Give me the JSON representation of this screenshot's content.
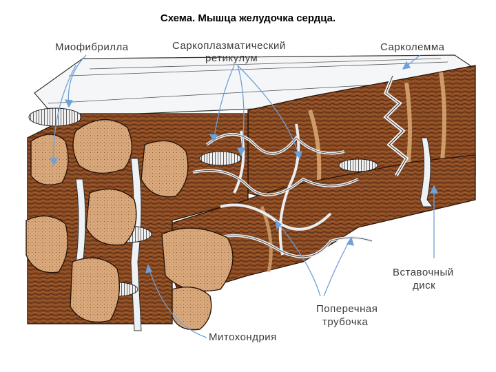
{
  "title": "Схема. Мышца желудочка сердца.",
  "labels": {
    "myofibril": "Миофибрилла",
    "sr_line1": "Саркоплазматический",
    "sr_line2": "ретикулум",
    "sarcolemma": "Сарколемма",
    "disc_line1": "Вставочный",
    "disc_line2": "диск",
    "tubule_line1": "Поперечная",
    "tubule_line2": "трубочка",
    "mitochondrion": "Митохондрия"
  },
  "colors": {
    "fiber": "#8a4a22",
    "fiber_dark": "#4a2410",
    "fiber_end": "#d6a77a",
    "membrane": "#e9eef3",
    "reticulum": "#cfd8e0",
    "pointer": "#6fa0d8"
  }
}
